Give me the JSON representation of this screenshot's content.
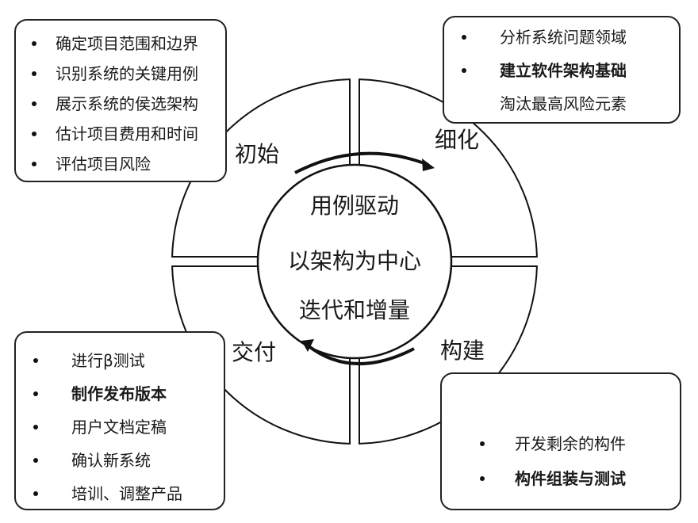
{
  "center": {
    "lines": [
      "用例驱动",
      "以架构为中心",
      "迭代和增量"
    ]
  },
  "phases": {
    "inception": {
      "label": "初始",
      "items": [
        "确定项目范围和边界",
        "识别系统的关键用例",
        "展示系统的侯选架构",
        "估计项目费用和时间",
        "评估项目风险"
      ]
    },
    "elaboration": {
      "label": "细化",
      "items": [
        "分析系统问题领域",
        "建立软件架构基础",
        "淘汰最高风险元素"
      ]
    },
    "construction": {
      "label": "构建",
      "items": [
        "开发剩余的构件",
        "构件组装与测试"
      ]
    },
    "transition": {
      "label": "交付",
      "items": [
        "进行β测试",
        "制作发布版本",
        "用户文档定稿",
        "确认新系统",
        "培训、调整产品"
      ]
    }
  }
}
